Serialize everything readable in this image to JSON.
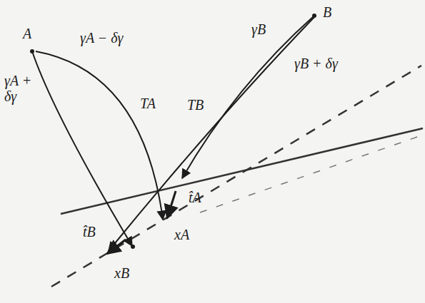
{
  "diagram": {
    "labels": [
      "A",
      "B",
      "γA + δγ",
      "γA − δγ",
      "TA",
      "TB",
      "γB",
      "γB + δγ",
      "t̂A",
      "t̂B",
      "xA",
      "xB"
    ]
  }
}
